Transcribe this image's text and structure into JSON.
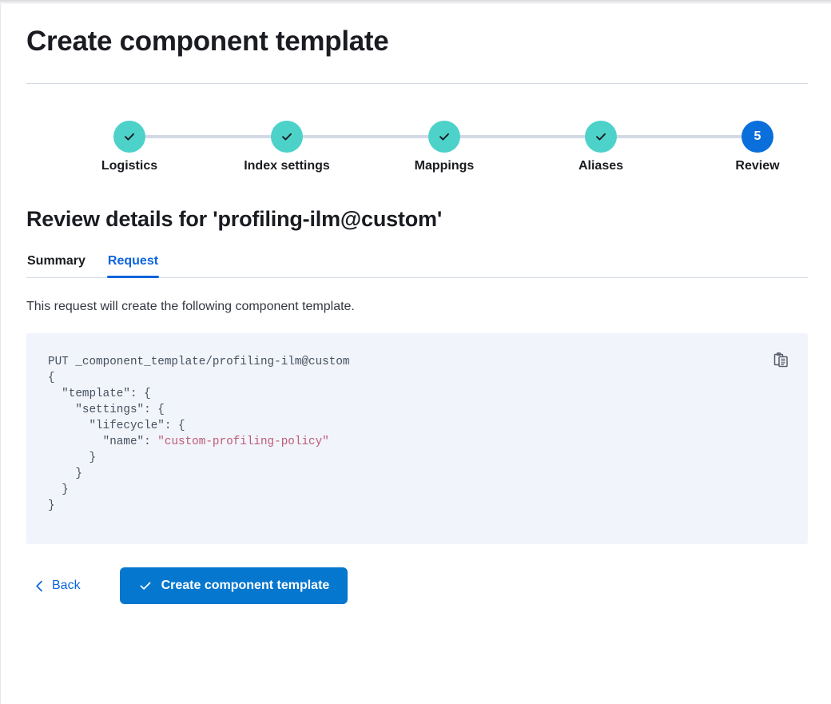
{
  "page": {
    "title": "Create component template"
  },
  "stepper": {
    "steps": [
      {
        "label": "Logistics",
        "state": "complete",
        "marker": "check"
      },
      {
        "label": "Index settings",
        "state": "complete",
        "marker": "check"
      },
      {
        "label": "Mappings",
        "state": "complete",
        "marker": "check"
      },
      {
        "label": "Aliases",
        "state": "complete",
        "marker": "check"
      },
      {
        "label": "Review",
        "state": "current",
        "marker": "5"
      }
    ],
    "complete_color": "#4dd2ca",
    "current_color": "#0a6edb",
    "connector_color": "#d3dae6"
  },
  "review": {
    "heading": "Review details for 'profiling-ilm@custom'",
    "tabs": [
      {
        "label": "Summary",
        "active": false
      },
      {
        "label": "Request",
        "active": true
      }
    ],
    "active_tab_color": "#0b64dd",
    "description": "This request will create the following component template."
  },
  "code": {
    "method_line": "PUT _component_template/profiling-ilm@custom",
    "lines": [
      "{",
      "  \"template\": {",
      "    \"settings\": {",
      "      \"lifecycle\": {",
      "        \"name\": ",
      "      }",
      "    }",
      "  }",
      "}"
    ],
    "string_value": "\"custom-profiling-policy\"",
    "background": "#f1f4fa",
    "text_color": "#46505f",
    "string_color": "#bd5a77",
    "copy_icon": "clipboard-copy-icon"
  },
  "footer": {
    "back_label": "Back",
    "back_icon": "chevron-left-icon",
    "submit_label": "Create component template",
    "submit_icon": "check-icon",
    "submit_color": "#0577cf"
  }
}
